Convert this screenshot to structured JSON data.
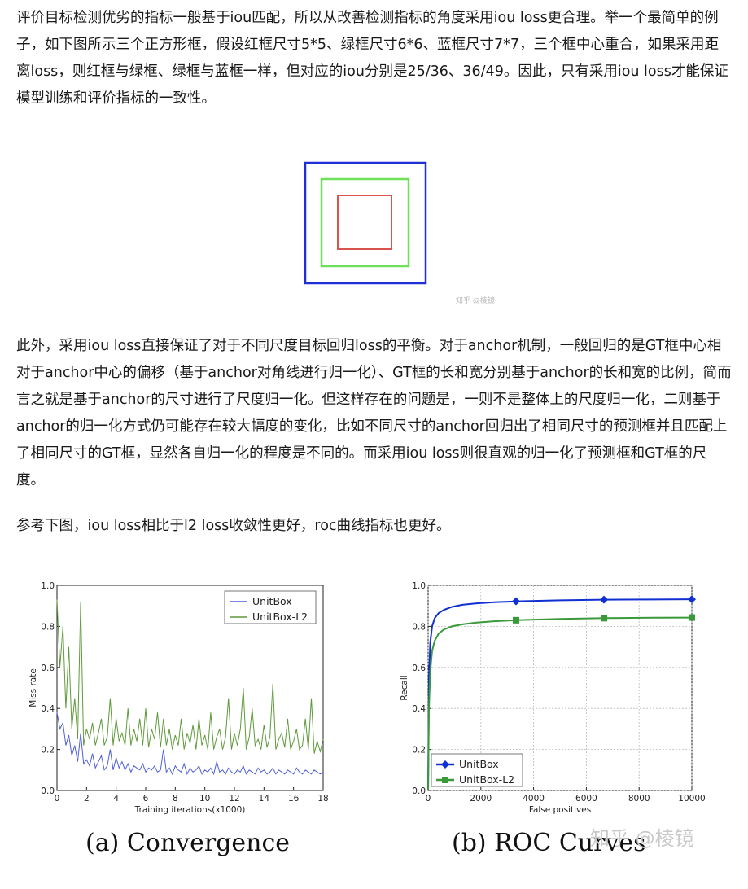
{
  "paragraphs": [
    "评价目标检测优劣的指标一般基于iou匹配，所以从改善检测指标的角度采用iou loss更合理。举一个最简单的例子，如下图所示三个正方形框，假设红框尺寸5*5、绿框尺寸6*6、蓝框尺寸7*7，三个框中心重合，如果采用距离loss，则红框与绿框、绿框与蓝框一样，但对应的iou分别是25/36、36/49。因此，只有采用iou loss才能保证模型训练和评价指标的一致性。",
    "此外，采用iou loss直接保证了对于不同尺度目标回归loss的平衡。对于anchor机制，一般回归的是GT框中心相对于anchor中心的偏移（基于anchor对角线进行归一化）、GT框的长和宽分别基于anchor的长和宽的比例，简而言之就是基于anchor的尺寸进行了尺度归一化。但这样存在的问题是，一则不是整体上的尺度归一化，二则基于anchor的归一化方式仍可能存在较大幅度的变化，比如不同尺寸的anchor回归出了相同尺寸的预测框并且匹配上了相同尺寸的GT框，显然各自归一化的程度是不同的。而采用iou loss则很直观的归一化了预测框和GT框的尺度。",
    "参考下图，iou loss相比于l2 loss收敛性更好，roc曲线指标也更好。"
  ],
  "box_figure": {
    "watermark": "知乎 @棱镜",
    "colors": {
      "blue": "#1f2fd6",
      "green": "#6ee05a",
      "red": "#d9534f"
    }
  },
  "colors": {
    "unitbox": "#5060d8",
    "unitbox_l2": "#5f9a3a",
    "roc_unitbox": "#1030d0",
    "roc_l2": "#3a9a3a"
  },
  "chart_data": [
    {
      "type": "line",
      "caption": "(a) Convergence",
      "xlabel": "Training iterations(x1000)",
      "ylabel": "Miss rate",
      "xlim": [
        0,
        18
      ],
      "ylim": [
        0,
        1.0
      ],
      "xticks": [
        0,
        2,
        4,
        6,
        8,
        10,
        12,
        14,
        16,
        18
      ],
      "yticks": [
        0.0,
        0.2,
        0.4,
        0.6,
        0.8,
        1.0
      ],
      "legend_position": "top-right",
      "series": [
        {
          "name": "UnitBox",
          "color_key": "unitbox",
          "x": [
            0,
            0.2,
            0.4,
            0.6,
            0.8,
            1.0,
            1.2,
            1.4,
            1.6,
            1.8,
            2.0,
            2.2,
            2.4,
            2.6,
            2.8,
            3.0,
            3.2,
            3.4,
            3.6,
            3.8,
            4.0,
            4.2,
            4.4,
            4.6,
            4.8,
            5.0,
            5.2,
            5.4,
            5.6,
            5.8,
            6.0,
            6.2,
            6.4,
            6.6,
            6.8,
            7.0,
            7.2,
            7.4,
            7.6,
            7.8,
            8.0,
            8.2,
            8.4,
            8.6,
            8.8,
            9.0,
            9.2,
            9.4,
            9.6,
            9.8,
            10.0,
            10.2,
            10.4,
            10.6,
            10.8,
            11.0,
            11.2,
            11.4,
            11.6,
            11.8,
            12.0,
            12.2,
            12.4,
            12.6,
            12.8,
            13.0,
            13.2,
            13.4,
            13.6,
            13.8,
            14.0,
            14.2,
            14.4,
            14.6,
            14.8,
            15.0,
            15.2,
            15.4,
            15.6,
            15.8,
            16.0,
            16.2,
            16.4,
            16.6,
            16.8,
            17.0,
            17.2,
            17.4,
            17.6,
            17.8,
            18.0
          ],
          "y": [
            0.38,
            0.3,
            0.33,
            0.22,
            0.27,
            0.17,
            0.22,
            0.14,
            0.28,
            0.13,
            0.15,
            0.12,
            0.18,
            0.11,
            0.14,
            0.17,
            0.1,
            0.12,
            0.2,
            0.1,
            0.16,
            0.11,
            0.14,
            0.1,
            0.13,
            0.09,
            0.12,
            0.11,
            0.1,
            0.13,
            0.09,
            0.11,
            0.1,
            0.12,
            0.09,
            0.1,
            0.2,
            0.09,
            0.11,
            0.08,
            0.12,
            0.1,
            0.09,
            0.13,
            0.08,
            0.11,
            0.09,
            0.1,
            0.12,
            0.08,
            0.1,
            0.09,
            0.11,
            0.08,
            0.14,
            0.09,
            0.1,
            0.08,
            0.11,
            0.09,
            0.08,
            0.1,
            0.09,
            0.12,
            0.08,
            0.1,
            0.09,
            0.08,
            0.11,
            0.09,
            0.1,
            0.08,
            0.09,
            0.11,
            0.08,
            0.1,
            0.09,
            0.08,
            0.1,
            0.09,
            0.08,
            0.11,
            0.09,
            0.08,
            0.1,
            0.09,
            0.08,
            0.1,
            0.09,
            0.08,
            0.09
          ]
        },
        {
          "name": "UnitBox-L2",
          "color_key": "unitbox_l2",
          "x": [
            0,
            0.2,
            0.4,
            0.6,
            0.8,
            1.0,
            1.2,
            1.4,
            1.6,
            1.8,
            2.0,
            2.2,
            2.4,
            2.6,
            2.8,
            3.0,
            3.2,
            3.4,
            3.6,
            3.8,
            4.0,
            4.2,
            4.4,
            4.6,
            4.8,
            5.0,
            5.2,
            5.4,
            5.6,
            5.8,
            6.0,
            6.2,
            6.4,
            6.6,
            6.8,
            7.0,
            7.2,
            7.4,
            7.6,
            7.8,
            8.0,
            8.2,
            8.4,
            8.6,
            8.8,
            9.0,
            9.2,
            9.4,
            9.6,
            9.8,
            10.0,
            10.2,
            10.4,
            10.6,
            10.8,
            11.0,
            11.2,
            11.4,
            11.6,
            11.8,
            12.0,
            12.2,
            12.4,
            12.6,
            12.8,
            13.0,
            13.2,
            13.4,
            13.6,
            13.8,
            14.0,
            14.2,
            14.4,
            14.6,
            14.8,
            15.0,
            15.2,
            15.4,
            15.6,
            15.8,
            16.0,
            16.2,
            16.4,
            16.6,
            16.8,
            17.0,
            17.2,
            17.4,
            17.6,
            17.8,
            18.0
          ],
          "y": [
            0.93,
            0.6,
            0.8,
            0.4,
            0.7,
            0.3,
            0.45,
            0.25,
            0.92,
            0.22,
            0.3,
            0.25,
            0.33,
            0.22,
            0.28,
            0.35,
            0.22,
            0.26,
            0.45,
            0.22,
            0.35,
            0.24,
            0.28,
            0.22,
            0.4,
            0.22,
            0.3,
            0.24,
            0.35,
            0.22,
            0.4,
            0.21,
            0.3,
            0.25,
            0.38,
            0.21,
            0.35,
            0.22,
            0.3,
            0.2,
            0.27,
            0.22,
            0.35,
            0.2,
            0.28,
            0.23,
            0.32,
            0.2,
            0.35,
            0.22,
            0.27,
            0.2,
            0.38,
            0.2,
            0.26,
            0.3,
            0.2,
            0.26,
            0.45,
            0.2,
            0.28,
            0.22,
            0.3,
            0.5,
            0.2,
            0.26,
            0.4,
            0.22,
            0.25,
            0.2,
            0.32,
            0.21,
            0.26,
            0.52,
            0.2,
            0.25,
            0.28,
            0.21,
            0.35,
            0.2,
            0.24,
            0.3,
            0.2,
            0.22,
            0.35,
            0.2,
            0.45,
            0.18,
            0.24,
            0.19,
            0.25
          ]
        }
      ]
    },
    {
      "type": "line",
      "caption": "(b) ROC Curves",
      "watermark": "知乎 @棱镜",
      "xlabel": "False positives",
      "ylabel": "Recall",
      "xlim": [
        0,
        10000
      ],
      "ylim": [
        0,
        1.0
      ],
      "xticks": [
        0,
        2000,
        4000,
        6000,
        8000,
        10000
      ],
      "yticks": [
        0.0,
        0.2,
        0.4,
        0.6,
        0.8,
        1.0
      ],
      "legend_position": "bottom-left",
      "series": [
        {
          "name": "UnitBox",
          "color_key": "roc_unitbox",
          "marker": "diamond",
          "x": [
            0,
            30,
            80,
            150,
            250,
            400,
            600,
            900,
            1300,
            1800,
            2500,
            3333,
            5000,
            6667,
            8500,
            10000
          ],
          "y": [
            0.0,
            0.55,
            0.72,
            0.8,
            0.84,
            0.865,
            0.88,
            0.895,
            0.905,
            0.912,
            0.918,
            0.922,
            0.927,
            0.93,
            0.931,
            0.932
          ],
          "marker_x": [
            3333,
            6667,
            10000
          ]
        },
        {
          "name": "UnitBox-L2",
          "color_key": "roc_l2",
          "marker": "square",
          "x": [
            0,
            30,
            80,
            150,
            250,
            400,
            600,
            900,
            1300,
            1800,
            2500,
            3333,
            5000,
            6667,
            8500,
            10000
          ],
          "y": [
            0.0,
            0.4,
            0.58,
            0.68,
            0.73,
            0.765,
            0.785,
            0.8,
            0.81,
            0.818,
            0.825,
            0.83,
            0.836,
            0.84,
            0.842,
            0.843
          ],
          "marker_x": [
            3333,
            6667,
            10000
          ]
        }
      ]
    }
  ]
}
